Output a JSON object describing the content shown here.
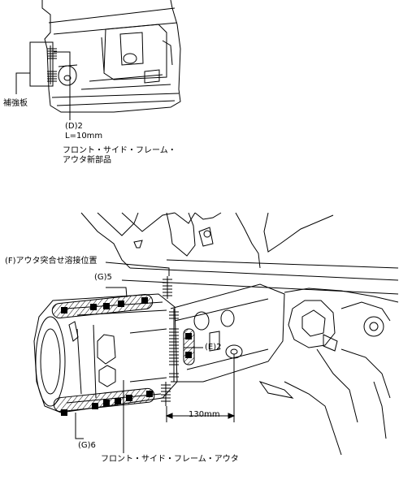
{
  "top_view": {
    "reinforcement_label": "補強板",
    "weld_spec_line1": "(D)2",
    "weld_spec_line2": "L=10mm",
    "new_part_line1": "フロント・サイド・フレーム・",
    "new_part_line2": "アウタ新部品"
  },
  "bottom_view": {
    "butt_weld_label": "(F)アウタ突合せ溶接位置",
    "weld_g5_label": "(G)5",
    "weld_e2_label": "(E)2",
    "dimension_label": "130mm",
    "weld_g6_label": "(G)6",
    "part_label": "フロント・サイド・フレーム・アウタ"
  }
}
